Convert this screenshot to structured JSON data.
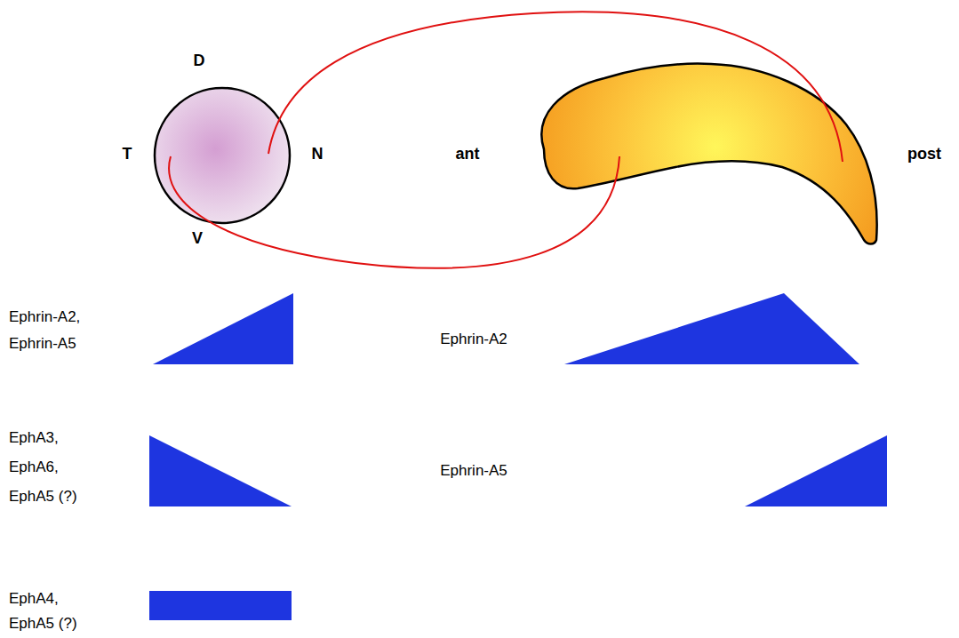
{
  "diagram": {
    "labels": [
      "D",
      "T",
      "N",
      "V",
      "ant",
      "post",
      "Ephrin-A2, Ephrin-A5",
      "Ephrin-A2",
      "EphA3, EphA6, EphA5 (?)",
      "Ephrin-A5",
      "EphA4, EphA5 (?)"
    ]
  }
}
